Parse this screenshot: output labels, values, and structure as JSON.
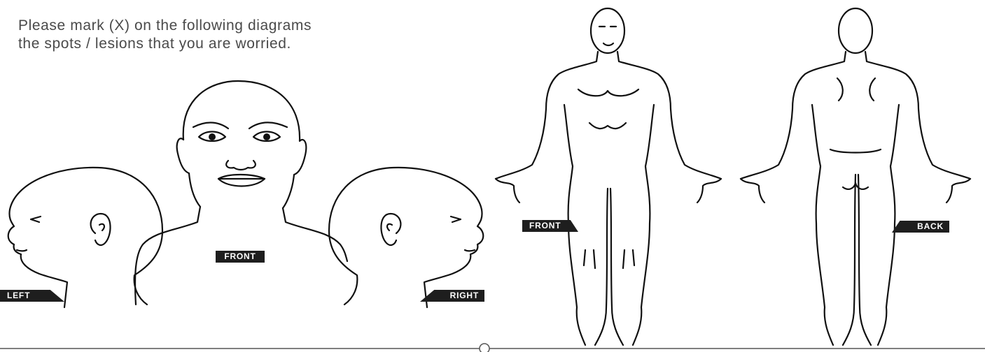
{
  "instructions": {
    "line1": "Please mark (X) on the following diagrams",
    "line2": "the spots / lesions that you are worried."
  },
  "labels": {
    "left": "LEFT",
    "front_head": "FRONT",
    "right": "RIGHT",
    "front_body": "FRONT",
    "back_body": "BACK"
  },
  "colors": {
    "outline": "#111111",
    "label_bg": "#1e1e1e",
    "label_text": "#ffffff"
  }
}
